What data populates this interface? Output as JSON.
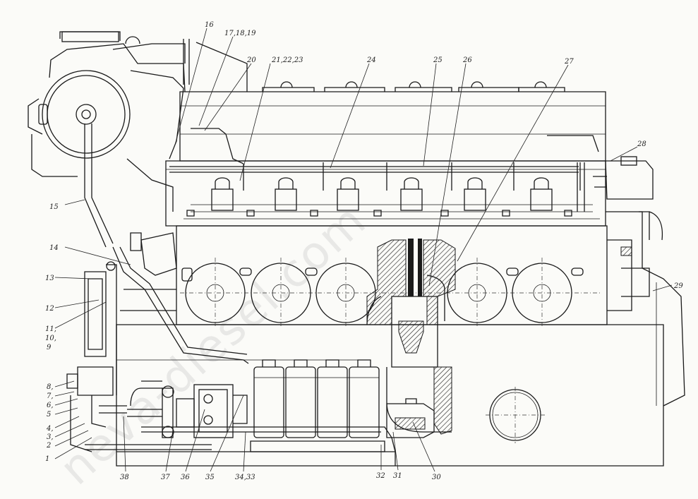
{
  "watermark": "neva-diesel.com",
  "callouts": [
    {
      "id": "c1",
      "text": "1"
    },
    {
      "id": "c2",
      "text": "2"
    },
    {
      "id": "c3",
      "text": "3,"
    },
    {
      "id": "c4",
      "text": "4,"
    },
    {
      "id": "c5",
      "text": "5"
    },
    {
      "id": "c6",
      "text": "6,"
    },
    {
      "id": "c7",
      "text": "7,"
    },
    {
      "id": "c8",
      "text": "8,"
    },
    {
      "id": "c9",
      "text": "9"
    },
    {
      "id": "c10",
      "text": "10,"
    },
    {
      "id": "c11",
      "text": "11,"
    },
    {
      "id": "c12",
      "text": "12"
    },
    {
      "id": "c13",
      "text": "13"
    },
    {
      "id": "c14",
      "text": "14"
    },
    {
      "id": "c15",
      "text": "15"
    },
    {
      "id": "c16",
      "text": "16"
    },
    {
      "id": "c17",
      "text": "17,18,19"
    },
    {
      "id": "c20",
      "text": "20"
    },
    {
      "id": "c21",
      "text": "21,22,23"
    },
    {
      "id": "c24",
      "text": "24"
    },
    {
      "id": "c25",
      "text": "25"
    },
    {
      "id": "c26",
      "text": "26"
    },
    {
      "id": "c27",
      "text": "27"
    },
    {
      "id": "c28",
      "text": "28"
    },
    {
      "id": "c29",
      "text": "29"
    },
    {
      "id": "c30",
      "text": "30"
    },
    {
      "id": "c31",
      "text": "31"
    },
    {
      "id": "c32",
      "text": "32"
    },
    {
      "id": "c33",
      "text": "34,33"
    },
    {
      "id": "c35",
      "text": "35"
    },
    {
      "id": "c36",
      "text": "36"
    },
    {
      "id": "c37",
      "text": "37"
    },
    {
      "id": "c38",
      "text": "38"
    }
  ]
}
